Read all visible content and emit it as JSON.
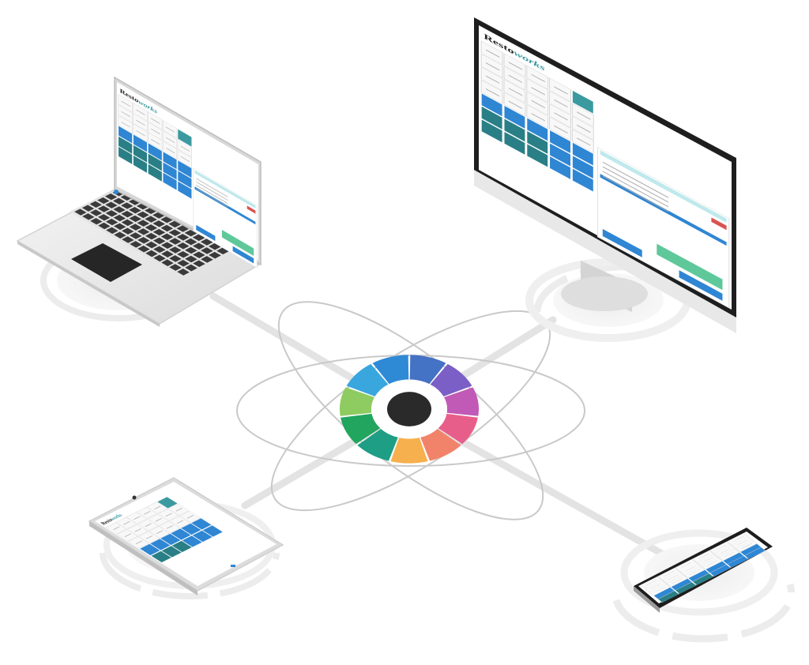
{
  "brand": {
    "name_part1": "Resto",
    "name_part2": "works"
  },
  "hub": {
    "segment_colors": [
      "#4472c4",
      "#7b5fc7",
      "#c05ab6",
      "#e85e8a",
      "#f2836b",
      "#f6b04e",
      "#1e9e84",
      "#22a55e",
      "#8ecb60",
      "#39a7de",
      "#2f8ad6"
    ],
    "center_color": "#2a2a2a"
  },
  "devices": {
    "laptop": {
      "label": "laptop"
    },
    "monitor": {
      "label": "desktop monitor"
    },
    "tablet": {
      "label": "tablet"
    },
    "phone": {
      "label": "phone"
    }
  },
  "pos_colors": {
    "teal": "#3a9aa0",
    "blue": "#2f86d3",
    "dark_teal": "#2a7f86",
    "green": "#5fc89a",
    "red": "#d9534f"
  }
}
